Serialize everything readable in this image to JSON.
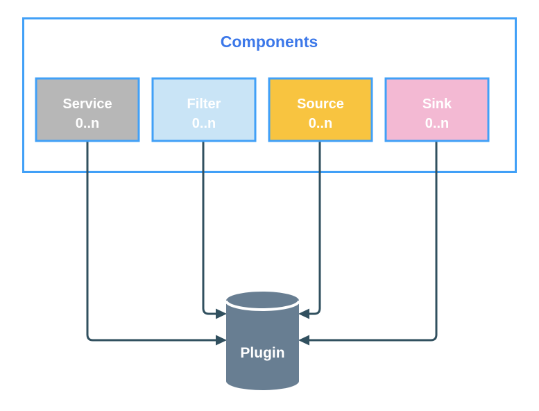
{
  "diagram": {
    "colors": {
      "border_blue": "#41A0F7",
      "title_blue": "#3C78E9",
      "connector": "#31505F",
      "background": "#FFFFFF"
    },
    "container": {
      "label": "Components"
    },
    "nodes": [
      {
        "label": "Service",
        "multiplicity": "0..n",
        "fill": "#B7B7B7",
        "text_color": "#FFFFFF"
      },
      {
        "label": "Filter",
        "multiplicity": "0..n",
        "fill": "#C9E4F6",
        "text_color": "#FFFFFF"
      },
      {
        "label": "Source",
        "multiplicity": "0..n",
        "fill": "#F8C440",
        "text_color": "#FFFFFF"
      },
      {
        "label": "Sink",
        "multiplicity": "0..n",
        "fill": "#F3B9D3",
        "text_color": "#FFFFFF"
      }
    ],
    "target": {
      "label": "Plugin",
      "fill": "#687E92",
      "text_color": "#FFFFFF"
    },
    "edges": [
      {
        "from": "Service",
        "to": "Plugin"
      },
      {
        "from": "Filter",
        "to": "Plugin"
      },
      {
        "from": "Source",
        "to": "Plugin"
      },
      {
        "from": "Sink",
        "to": "Plugin"
      }
    ]
  }
}
